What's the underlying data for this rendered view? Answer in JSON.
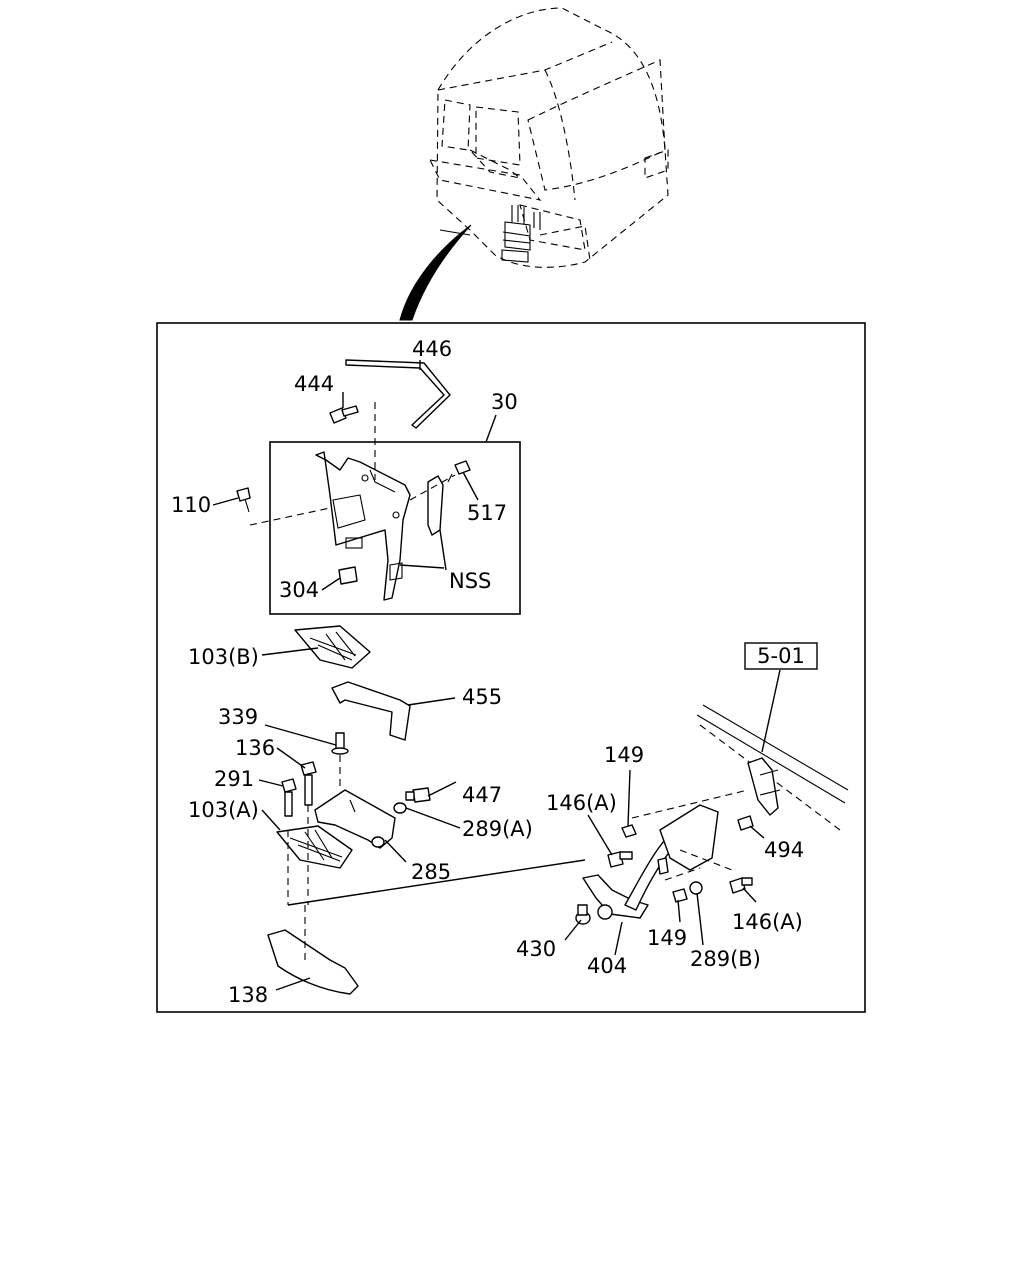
{
  "reference_box": "5-01",
  "callouts": {
    "c446": "446",
    "c444": "444",
    "c30": "30",
    "c110": "110",
    "c517": "517",
    "c304": "304",
    "cNSS": "NSS",
    "c103b": "103(B)",
    "c455": "455",
    "c339": "339",
    "c136": "136",
    "c291": "291",
    "c447": "447",
    "c103a": "103(A)",
    "c289a": "289(A)",
    "c285": "285",
    "c138": "138",
    "c149a": "149",
    "c146a1": "146(A)",
    "c494": "494",
    "c146a2": "146(A)",
    "c430": "430",
    "c404": "404",
    "c149b": "149",
    "c289b": "289(B)"
  }
}
